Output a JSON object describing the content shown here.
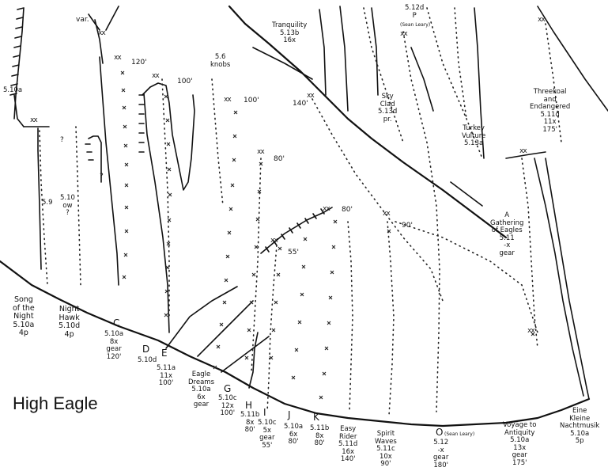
{
  "title": "High Eagle",
  "routes": {
    "song_of_the_night": {
      "label": "Song\nof the\nNight\n5.10a\n4p"
    },
    "night_hawk": {
      "label": "Night\nHawk\n5.10d\n4p"
    },
    "c": {
      "letter": "C",
      "label": "5.10a\n8x\ngear\n120'"
    },
    "d": {
      "letter": "D",
      "label": "5.10d"
    },
    "e": {
      "letter": "E",
      "label": "5.11a\n11x\n100'"
    },
    "eagle_dreams": {
      "label": "Eagle\nDreams\n5.10a\n6x\ngear"
    },
    "g": {
      "letter": "G",
      "label": "5.10c\n12x\n100'"
    },
    "h": {
      "letter": "H",
      "label": "5.11b\n8x\n80'"
    },
    "i": {
      "letter": "I",
      "label": "5.10c\n5x\ngear\n55'"
    },
    "j": {
      "letter": "J",
      "label": "5.10a\n6x\n80'"
    },
    "k": {
      "letter": "K",
      "label": "5.11b\n8x\n80'"
    },
    "easy_rider": {
      "label": "Easy\nRider\n5.11d\n16x\n140'"
    },
    "spirit_waves": {
      "label": "Spirit\nWaves\n5.11c\n10x\n90'"
    },
    "o": {
      "letter": "O",
      "credit": "(Sean Leary)",
      "label": "5.12\n-x\ngear\n180'"
    },
    "voyage_to_antiquity": {
      "label": "Voyage to\nAntiquity\n5.10a\n13x\ngear\n175'"
    },
    "eine_kleine_nachtmusik": {
      "label": "Eine\nKleine\nNachtmusik\n5.10a\n5p"
    },
    "tranquility": {
      "label": "Tranquility\n5.13b\n16x"
    },
    "sky_clad": {
      "label": "Sky\nClad\n5.13d\npr."
    },
    "turkey_vulture": {
      "label": "Turkey\nVulture\n5.13a"
    },
    "threekoal": {
      "label": "Threekoal\nand\nEndangered\n5.11d\n11x\n175'"
    },
    "gathering_of_eagles": {
      "label": "A\nGathering\nof Eagles\n5.11\n-x\ngear"
    },
    "top_512d": {
      "label": "5.12d\nP",
      "credit": "(Sean Leary)"
    },
    "upper_left": {
      "label": "5.10a"
    },
    "pitch_59": {
      "label": "5.9"
    },
    "pitch_510_ow": {
      "label": "5.10\now\n?"
    },
    "knobs": {
      "label": "5.6\nknobs"
    }
  },
  "annotations": {
    "var": "var.",
    "question_a": "?",
    "question_b": "?",
    "len_120": "120'",
    "len_100_e": "100'",
    "len_100_g": "100'",
    "len_80_h": "80'",
    "len_80_k": "80'",
    "len_55": "55'",
    "len_140": "140'",
    "len_90": "90'"
  },
  "anchor_mark": "xx"
}
